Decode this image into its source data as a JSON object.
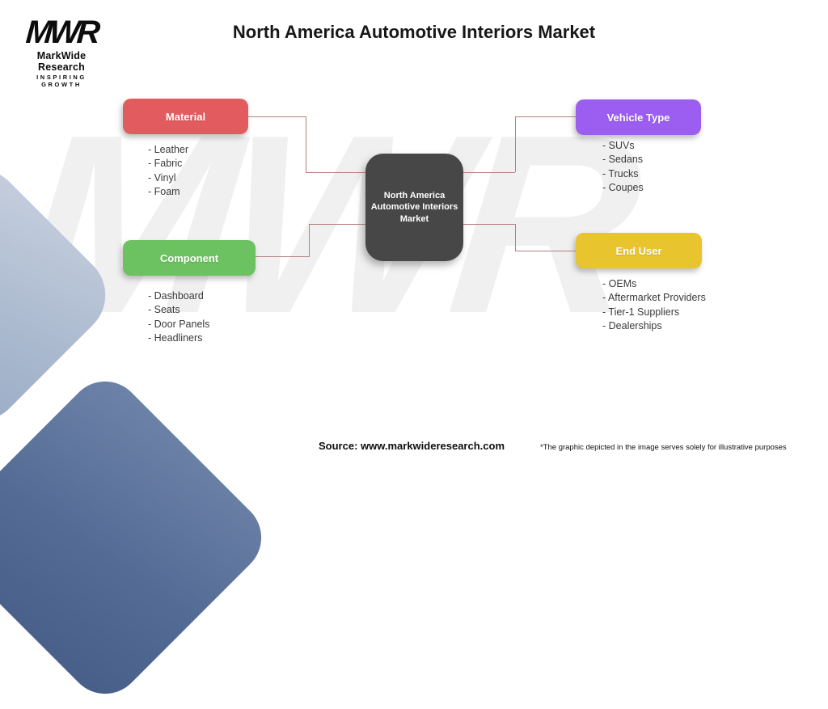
{
  "logo": {
    "acronym": "MWR",
    "name": "MarkWide Research",
    "tagline": "INSPIRING GROWTH"
  },
  "title": "North America Automotive Interiors Market",
  "center_node": {
    "label": "North America\nAutomotive Interiors\nMarket",
    "color": "#474747"
  },
  "nodes": {
    "material": {
      "label": "Material",
      "color": "#e25c5f",
      "items": [
        "- Leather",
        "- Fabric",
        "- Vinyl",
        "- Foam"
      ]
    },
    "vehicle_type": {
      "label": "Vehicle Type",
      "color": "#9b5ef0",
      "items": [
        "- SUVs",
        "- Sedans",
        "- Trucks",
        "- Coupes"
      ]
    },
    "component": {
      "label": "Component",
      "color": "#6cc160",
      "items": [
        "- Dashboard",
        "- Seats",
        "- Door Panels",
        "- Headliners"
      ]
    },
    "end_user": {
      "label": "End User",
      "color": "#e8c52e",
      "items": [
        "- OEMs",
        "- Aftermarket Providers",
        "- Tier-1 Suppliers",
        "- Dealerships"
      ]
    }
  },
  "watermark": "MWR",
  "footer": {
    "source": "Source: www.markwideresearch.com",
    "disclaimer": "*The graphic depicted in the image serves solely for illustrative purposes"
  },
  "colors": {
    "connector": "#b57f7d"
  }
}
